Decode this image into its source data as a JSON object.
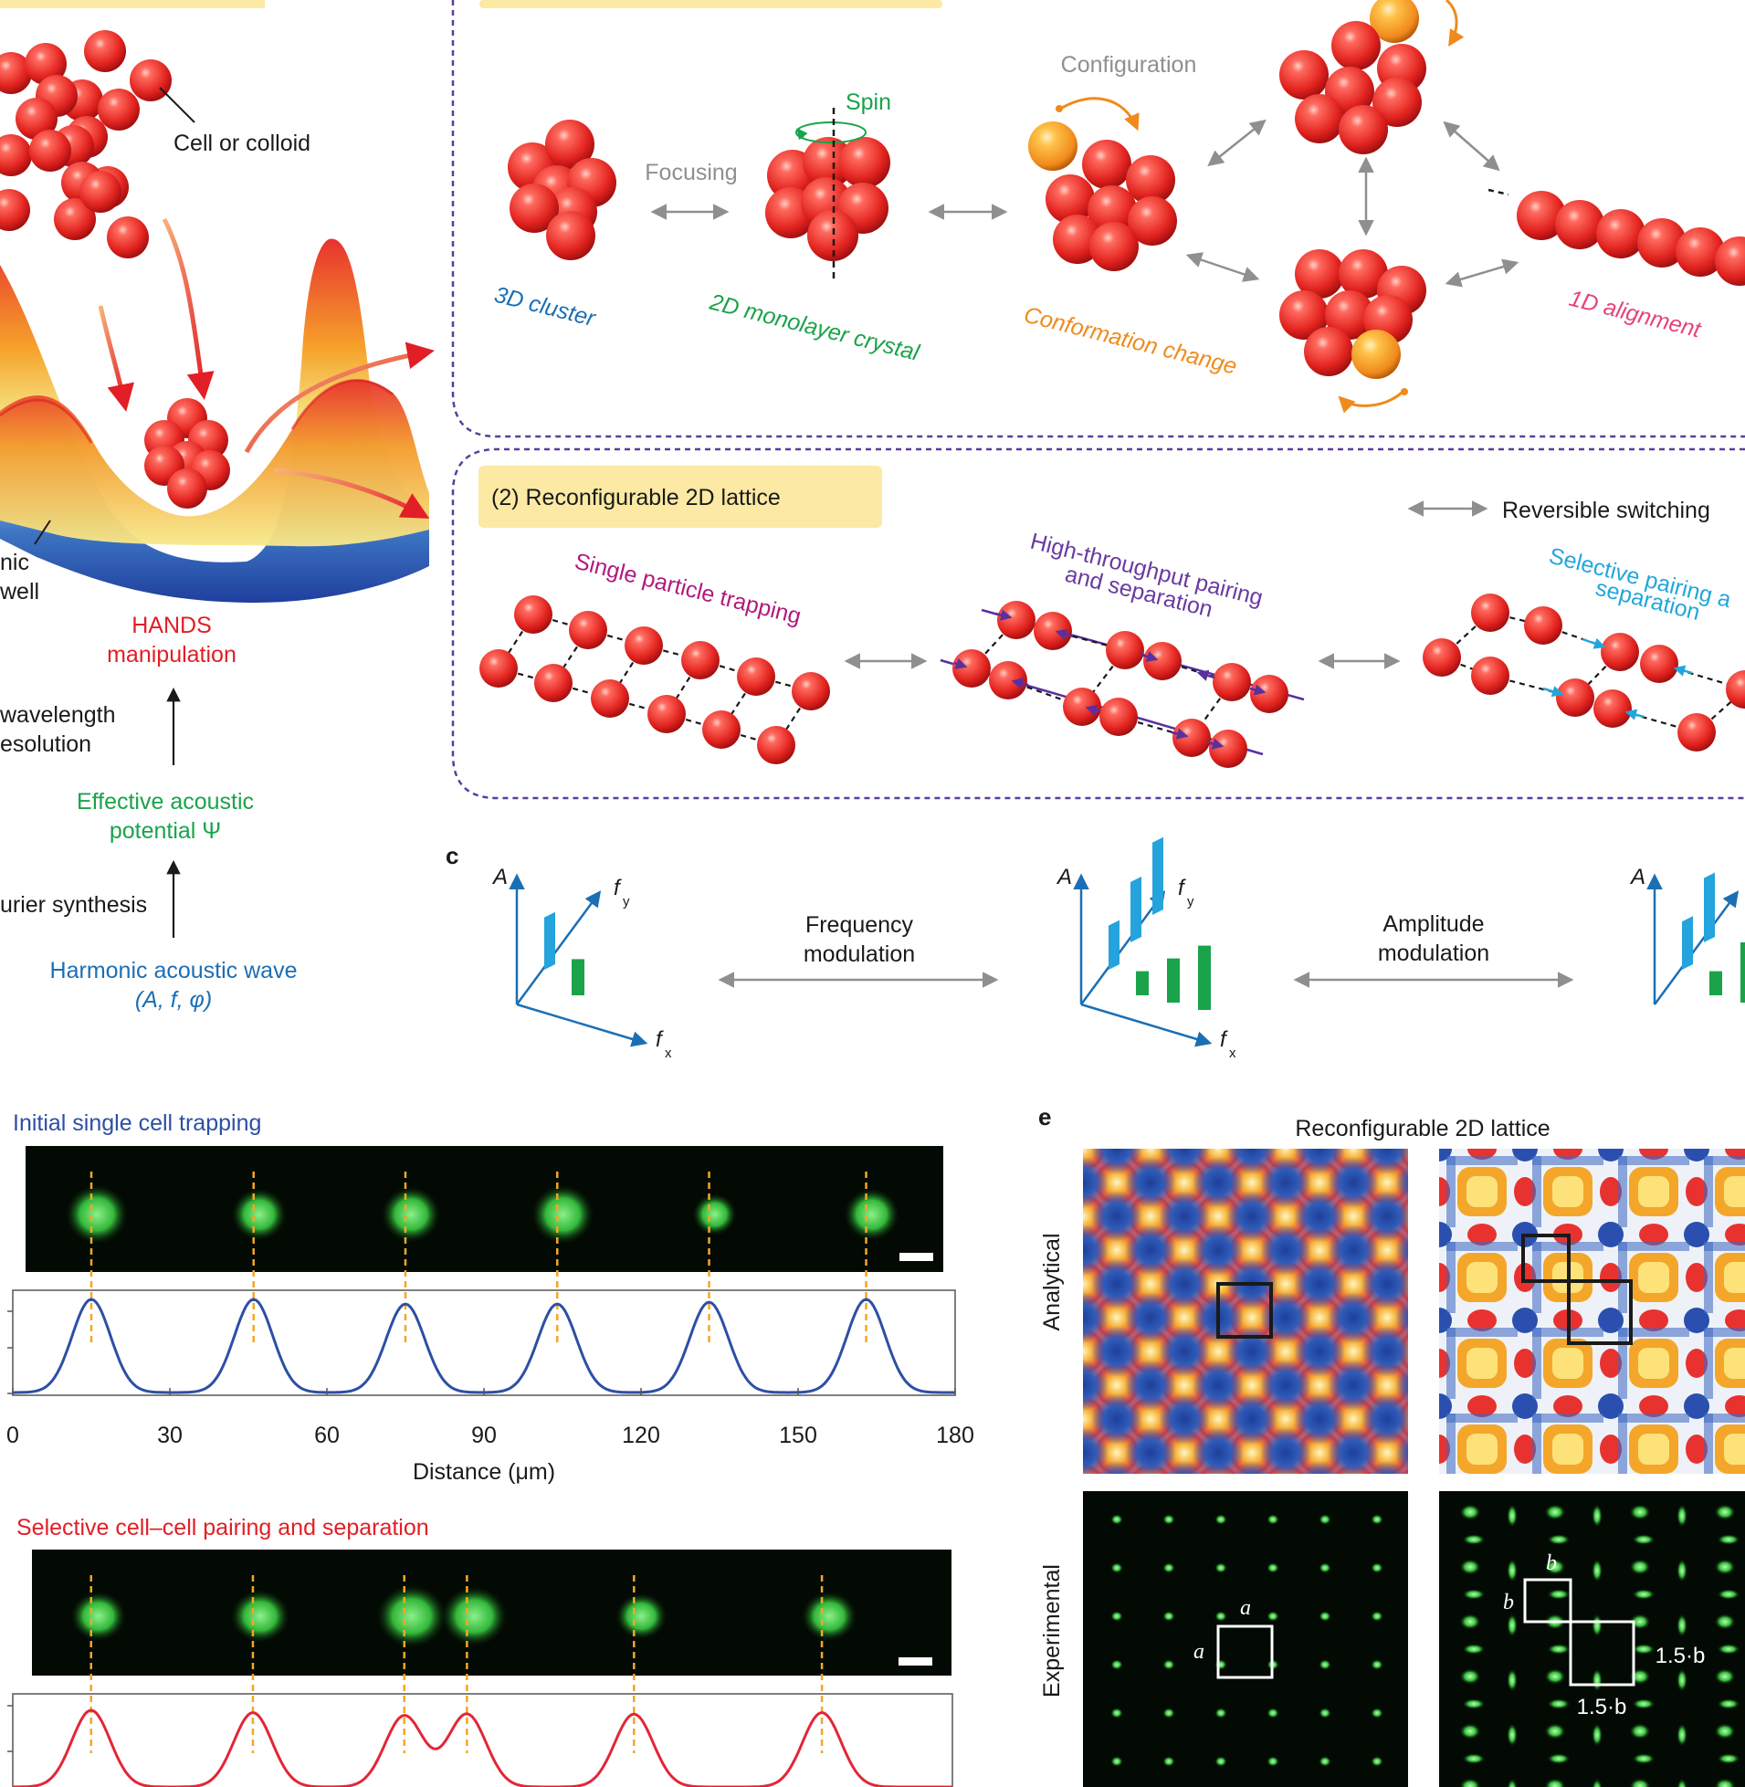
{
  "colors": {
    "particle": "#e8322f",
    "particle_alt": "#f39a1e",
    "dashed_border": "#5a3f99",
    "label_box": "#fbe9a4",
    "blue": "#1b6fb5",
    "green": "#1aa34a",
    "orange": "#f08a1c",
    "pink": "#e5437a",
    "purple": "#6a3aa0",
    "magenta": "#b0197f",
    "cyan": "#23a6dc",
    "red": "#e21e26",
    "gray": "#8f8f8f",
    "trace_blue": "#2d4fa4",
    "trace_red": "#e32636",
    "guide": "#f5a623"
  },
  "panel_a": {
    "cell_label": "Cell or colloid",
    "well_label_1": "nic",
    "well_label_2": "well",
    "hands_1": "HANDS",
    "hands_2": "manipulation",
    "wavelength_1": "wavelength",
    "wavelength_2": "esolution",
    "potential_1": "Effective acoustic",
    "potential_2": "potential Ψ",
    "fourier": "urier synthesis",
    "harmonic_1": "Harmonic acoustic wave",
    "harmonic_2": "(A, f, φ)"
  },
  "panel_b1": {
    "configuration": "Configuration",
    "spin": "Spin",
    "focusing": "Focusing",
    "cluster": "3D cluster",
    "monolayer": "2D monolayer crystal",
    "conformation": "Conformation change",
    "alignment": "1D alignment"
  },
  "panel_b2": {
    "title": "(2) Reconfigurable 2D lattice",
    "reversible": "Reversible switching",
    "single": "Single particle trapping",
    "pairing_1": "High-throughput pairing",
    "pairing_2": "and separation",
    "selective_1": "Selective pairing a",
    "selective_2": "separation"
  },
  "panel_c": {
    "letter": "c",
    "axis_a": "A",
    "axis_fy": "f",
    "axis_fy_sub": "y",
    "axis_fx": "f",
    "axis_fx_sub": "x",
    "freq_1": "Frequency",
    "freq_2": "modulation",
    "amp_1": "Amplitude",
    "amp_2": "modulation",
    "spectra": [
      {
        "blue": [
          0.65
        ],
        "green": [
          0.45
        ]
      },
      {
        "blue": [
          0.55,
          0.75,
          0.9
        ],
        "green": [
          0.3,
          0.55,
          0.8
        ]
      },
      {
        "blue": [
          0.6,
          0.8
        ],
        "green": [
          0.3,
          0.75
        ]
      }
    ]
  },
  "panel_d": {
    "title_top": "Initial single cell trapping",
    "title_bottom": "Selective cell–cell pairing and separation",
    "xlabel": "Distance (μm)",
    "xticks": [
      "0",
      "30",
      "60",
      "90",
      "120",
      "150",
      "180"
    ],
    "x_range": [
      0,
      180
    ]
  },
  "panel_e": {
    "letter": "e",
    "title": "Reconfigurable 2D lattice",
    "row_analytical": "Analytical",
    "row_experimental": "Experimental",
    "lbl_a1": "a",
    "lbl_a2": "a",
    "lbl_b1": "b",
    "lbl_b2": "b",
    "lbl_15b_1": "1.5·b",
    "lbl_15b_2": "1.5·b"
  },
  "chart_data": [
    {
      "type": "line",
      "title": "Initial single cell trapping",
      "xlabel": "Distance (μm)",
      "ylabel": "",
      "xlim": [
        0,
        180
      ],
      "peaks_x": [
        15,
        46,
        75,
        104,
        133,
        163
      ],
      "series": [
        {
          "values": [
            [
              0,
              0.02
            ],
            [
              15,
              1.0
            ],
            [
              30,
              0.02
            ],
            [
              46,
              1.0
            ],
            [
              60,
              0.02
            ],
            [
              75,
              0.95
            ],
            [
              90,
              0.02
            ],
            [
              104,
              0.95
            ],
            [
              120,
              0.02
            ],
            [
              133,
              0.97
            ],
            [
              150,
              0.02
            ],
            [
              163,
              1.0
            ],
            [
              180,
              0.02
            ]
          ]
        }
      ]
    },
    {
      "type": "line",
      "title": "Selective cell–cell pairing and separation",
      "xlabel": "",
      "ylabel": "",
      "xlim": [
        0,
        180
      ],
      "peaks_x": [
        15,
        46,
        75,
        87,
        119,
        155
      ],
      "series": [
        {
          "values": [
            [
              0,
              0.0
            ],
            [
              15,
              1.0
            ],
            [
              46,
              0.97
            ],
            [
              75,
              0.97
            ],
            [
              81,
              0.55
            ],
            [
              87,
              0.98
            ],
            [
              119,
              0.95
            ],
            [
              155,
              0.97
            ],
            [
              180,
              0.0
            ]
          ]
        }
      ]
    }
  ]
}
